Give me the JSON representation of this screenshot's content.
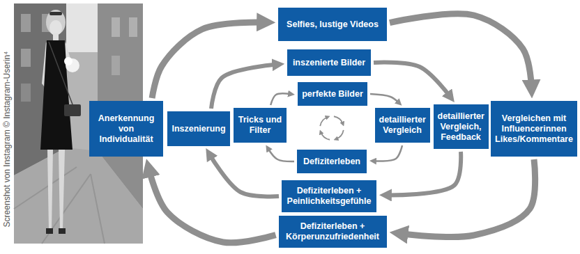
{
  "diagram": {
    "nodes": [
      {
        "text": [
          "Selfies, lustige Videos"
        ]
      },
      {
        "text": [
          "inszenierte Bilder"
        ]
      },
      {
        "text": [
          "perfekte Bilder"
        ]
      },
      {
        "text": [
          "Anerkennung von Individualität"
        ]
      },
      {
        "text": [
          "Inszenierung"
        ]
      },
      {
        "text": [
          "Tricks und Filter"
        ]
      },
      {
        "text": [
          "detaillierter Vergleich"
        ]
      },
      {
        "text": [
          "detaillierter Vergleich, Feedback"
        ]
      },
      {
        "text": [
          "Vergleichen mit Influencerinnen Likes/Kommentare"
        ]
      },
      {
        "text": [
          "Defiziterleben"
        ]
      },
      {
        "text": [
          "Defiziterleben + Peinlichkeitsgefühle"
        ]
      },
      {
        "text": [
          "Defiziterleben + Körperunzufriedenheit"
        ]
      }
    ],
    "edges": [
      {
        "from": 3,
        "to": 0,
        "arrow": "to"
      },
      {
        "from": 0,
        "to": 8,
        "arrow": "to"
      },
      {
        "from": 8,
        "to": 11,
        "arrow": "to"
      },
      {
        "from": 11,
        "to": 3,
        "arrow": "to"
      },
      {
        "from": 4,
        "to": 1,
        "arrow": "to"
      },
      {
        "from": 1,
        "to": 7,
        "arrow": "to"
      },
      {
        "from": 7,
        "to": 10,
        "arrow": "to"
      },
      {
        "from": 10,
        "to": 4,
        "arrow": "to"
      },
      {
        "from": 5,
        "to": 2,
        "arrow": "to"
      },
      {
        "from": 2,
        "to": 6,
        "arrow": "to"
      },
      {
        "from": 6,
        "to": 9,
        "arrow": "to"
      },
      {
        "from": 9,
        "to": 5,
        "arrow": "to"
      }
    ],
    "labels": [
      "Screenshot von Instagram © Instagram-Userin⁴"
    ]
  }
}
